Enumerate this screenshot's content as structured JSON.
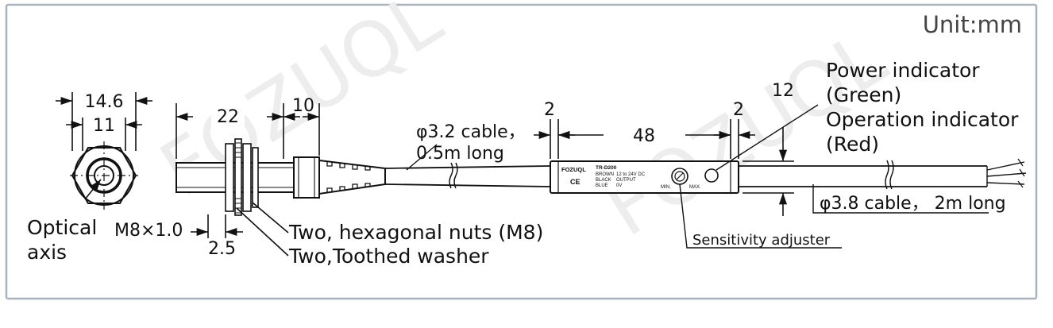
{
  "diagram": {
    "unit_label": "Unit:mm",
    "watermark": "FOZUQL",
    "dimensions": {
      "hex_width": "14.6",
      "bore_width": "11",
      "body_length": "22",
      "nut_length": "10",
      "nut_thickness": "2.5",
      "amp_left_gap": "2",
      "amp_length": "48",
      "amp_right_gap": "2",
      "amp_height": "12"
    },
    "labels": {
      "optical_axis_1": "Optical",
      "optical_axis_2": "axis",
      "thread": "M8×1.0",
      "nuts": "Two, hexagonal nuts (M8)",
      "washer": "Two,Toothed washer",
      "cable1_1": "φ3.2 cable，",
      "cable1_2": "0.5m long",
      "cable2": "φ3.8 cable， 2m long",
      "power_1": "Power indicator",
      "power_2": "(Green)",
      "operation_1": "Operation indicator",
      "operation_2": "(Red)",
      "sensitivity": "Sensitivity adjuster"
    },
    "amplifier": {
      "brand": "FOZUQL",
      "model": "TR-D200",
      "wiring": [
        {
          "color": "BROWN",
          "signal": "12 to 24V DC"
        },
        {
          "color": "BLACK",
          "signal": "OUTPUT"
        },
        {
          "color": "BLUE",
          "signal": "0V"
        }
      ],
      "ce_mark": "CE",
      "min_label": "MIN.",
      "max_label": "MAX."
    }
  }
}
